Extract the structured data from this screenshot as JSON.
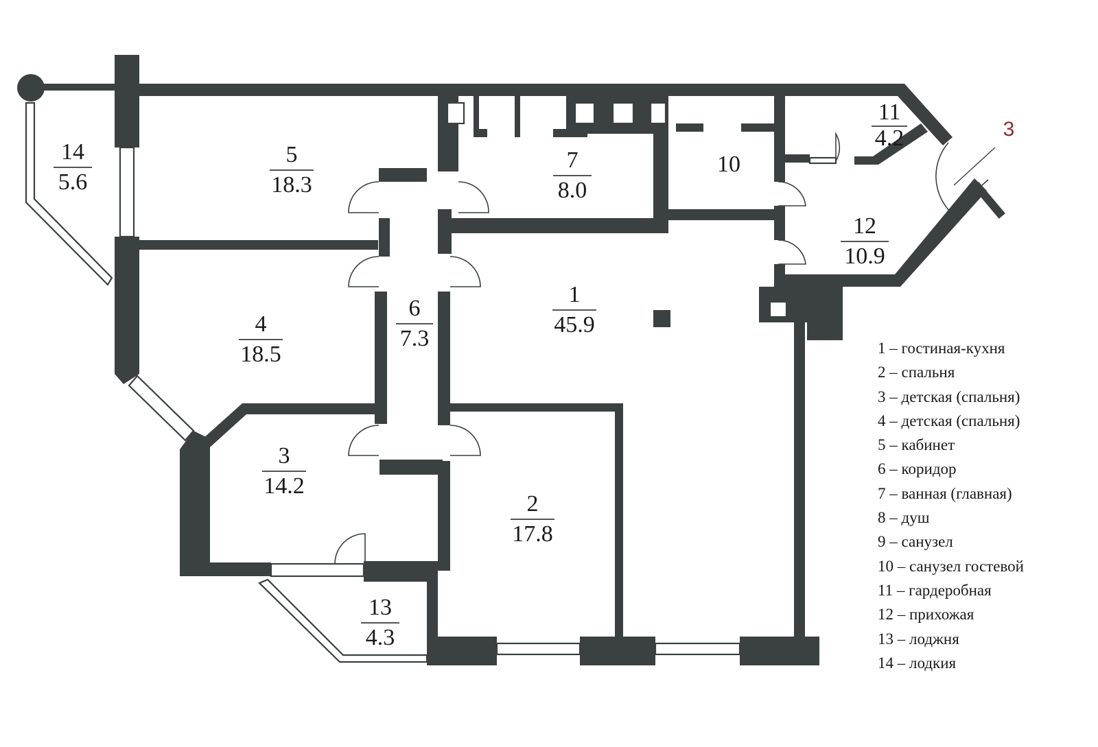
{
  "apartment_marker": "3",
  "rooms": [
    {
      "id": "1",
      "number": "1",
      "area": "45.9"
    },
    {
      "id": "2",
      "number": "2",
      "area": "17.8"
    },
    {
      "id": "3",
      "number": "3",
      "area": "14.2"
    },
    {
      "id": "4",
      "number": "4",
      "area": "18.5"
    },
    {
      "id": "5",
      "number": "5",
      "area": "18.3"
    },
    {
      "id": "6",
      "number": "6",
      "area": "7.3"
    },
    {
      "id": "7",
      "number": "7",
      "area": "8.0"
    },
    {
      "id": "10",
      "number": "10",
      "area": ""
    },
    {
      "id": "11",
      "number": "11",
      "area": "4.2"
    },
    {
      "id": "12",
      "number": "12",
      "area": "10.9"
    },
    {
      "id": "13",
      "number": "13",
      "area": "4.3"
    },
    {
      "id": "14",
      "number": "14",
      "area": "5.6"
    }
  ],
  "legend": [
    "1 – гостиная-кухня",
    "2 – спальня",
    "3 – детская (спальня)",
    "4 – детская (спальня)",
    "5 – кабинет",
    "6 – коридор",
    "7 – ванная (главная)",
    "8 – душ",
    "9 – санузел",
    "10 – санузел гостевой",
    "11 – гардеробная",
    "12 – прихожая",
    "13 – лоджня",
    "14 – лодкия"
  ],
  "colors": {
    "wall": "#3a4140",
    "marker": "#8e2d2d",
    "background": "#ffffff"
  }
}
